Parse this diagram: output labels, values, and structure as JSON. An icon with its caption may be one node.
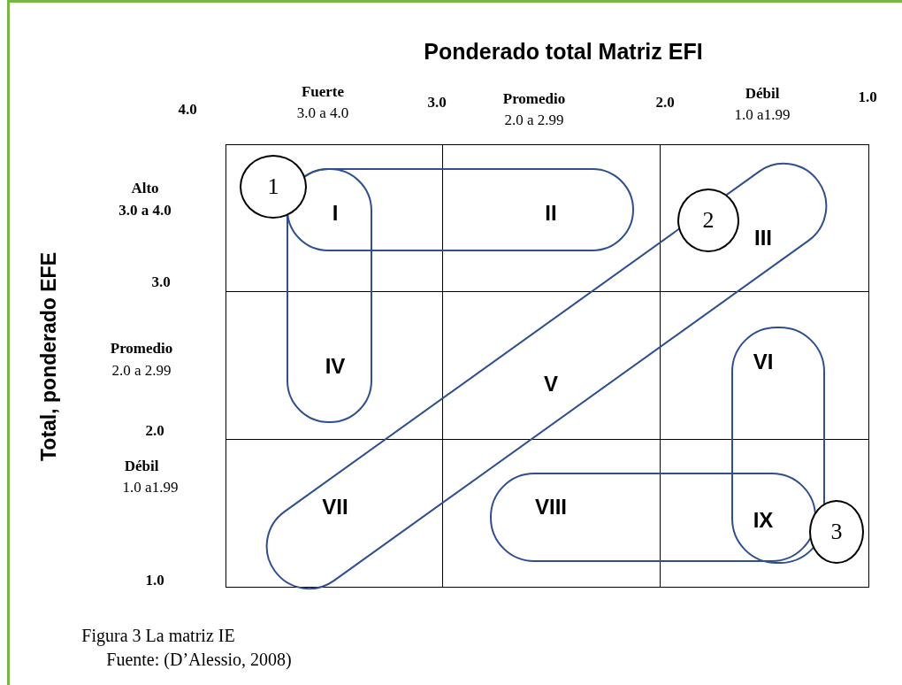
{
  "diagram": {
    "title": "Ponderado total Matriz EFI",
    "caption": "Figura 3 La matriz IE",
    "nodes": [
      {
        "text": [
          "I"
        ]
      },
      {
        "text": [
          "II"
        ]
      },
      {
        "text": [
          "III"
        ]
      },
      {
        "text": [
          "IV"
        ]
      },
      {
        "text": [
          "V"
        ]
      },
      {
        "text": [
          "VI"
        ]
      },
      {
        "text": [
          "VII"
        ]
      },
      {
        "text": [
          "VIII"
        ]
      },
      {
        "text": [
          "IX"
        ]
      },
      {
        "text": [
          "1"
        ],
        "in": 0
      },
      {
        "text": [
          "2"
        ],
        "in": 2
      },
      {
        "text": [
          "3"
        ],
        "in": 8
      }
    ],
    "edges": [],
    "labels": [
      "4.0",
      "Fuerte",
      "3.0 a 4.0",
      "3.0",
      "Promedio",
      "2.0 a 2.99",
      "2.0",
      "Débil",
      "1.0 a1.99",
      "1.0",
      "Alto",
      "3.0 a 4.0",
      "3.0",
      "Promedio",
      "2.0 a 2.99",
      "2.0",
      "Débil",
      "1.0 a1.99",
      "1.0",
      "Total, ponderado EFE",
      "Fuente: (D’Alessio, 2008)"
    ]
  }
}
